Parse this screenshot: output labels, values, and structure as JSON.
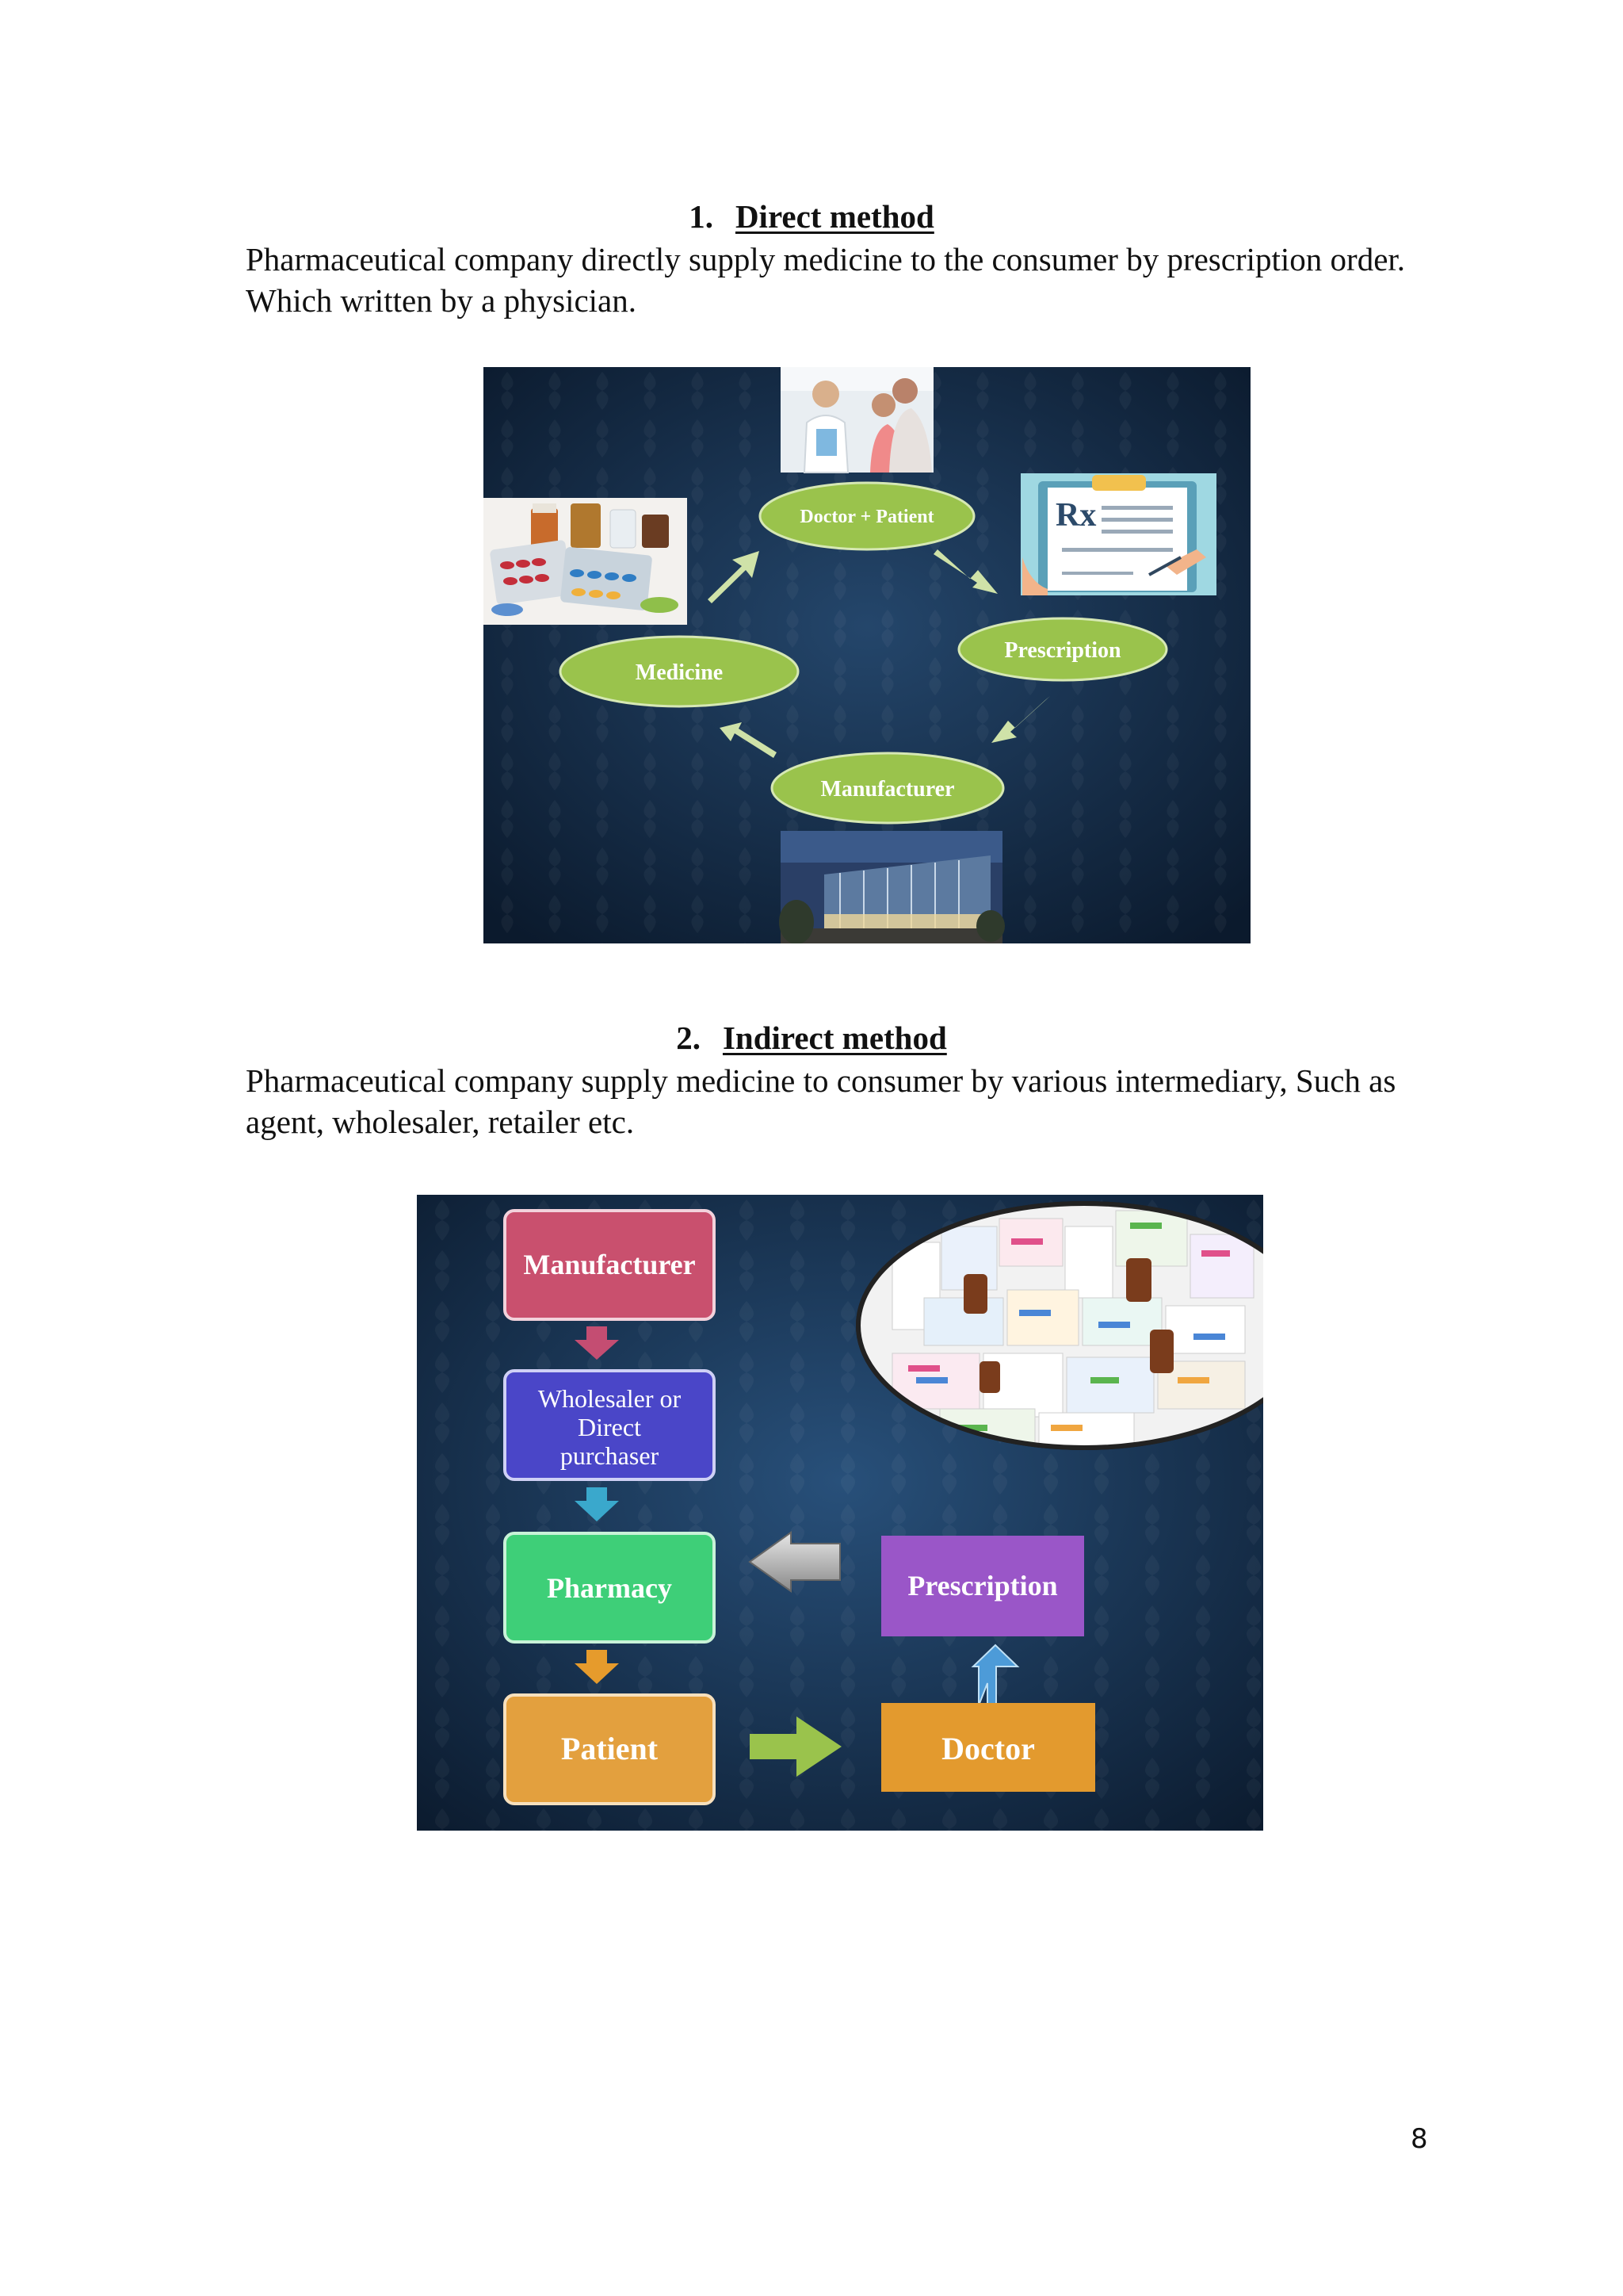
{
  "section1": {
    "number": "1.",
    "title": "Direct method",
    "paragraph": "Pharmaceutical company directly supply medicine to the consumer by prescription order. Which written by a physician."
  },
  "figure1": {
    "nodes": {
      "doctor_patient": "Doctor + Patient",
      "prescription": "Prescription",
      "manufacturer": "Manufacturer",
      "medicine": "Medicine"
    },
    "rx_symbol": "Rx",
    "colors": {
      "background": "#132a45",
      "node": "#9ac34c",
      "arrow": "#cfe2a8"
    }
  },
  "section2": {
    "number": "2.",
    "title": "Indirect method",
    "paragraph": "Pharmaceutical company supply medicine to consumer by various intermediary, Such as agent, wholesaler, retailer etc."
  },
  "figure2": {
    "boxes": {
      "manufacturer": "Manufacturer",
      "wholesaler": [
        "Wholesaler or",
        "Direct",
        "purchaser"
      ],
      "pharmacy": "Pharmacy",
      "patient": "Patient",
      "doctor": "Doctor",
      "prescription": "Prescription"
    },
    "colors": {
      "background": "#16304e",
      "manufacturer": "#c9506e",
      "wholesaler": "#4a46c8",
      "pharmacy": "#3ecf78",
      "patient": "#e3a03e",
      "doctor": "#e39a2e",
      "prescription": "#9a56c8"
    }
  },
  "page_number": "8"
}
